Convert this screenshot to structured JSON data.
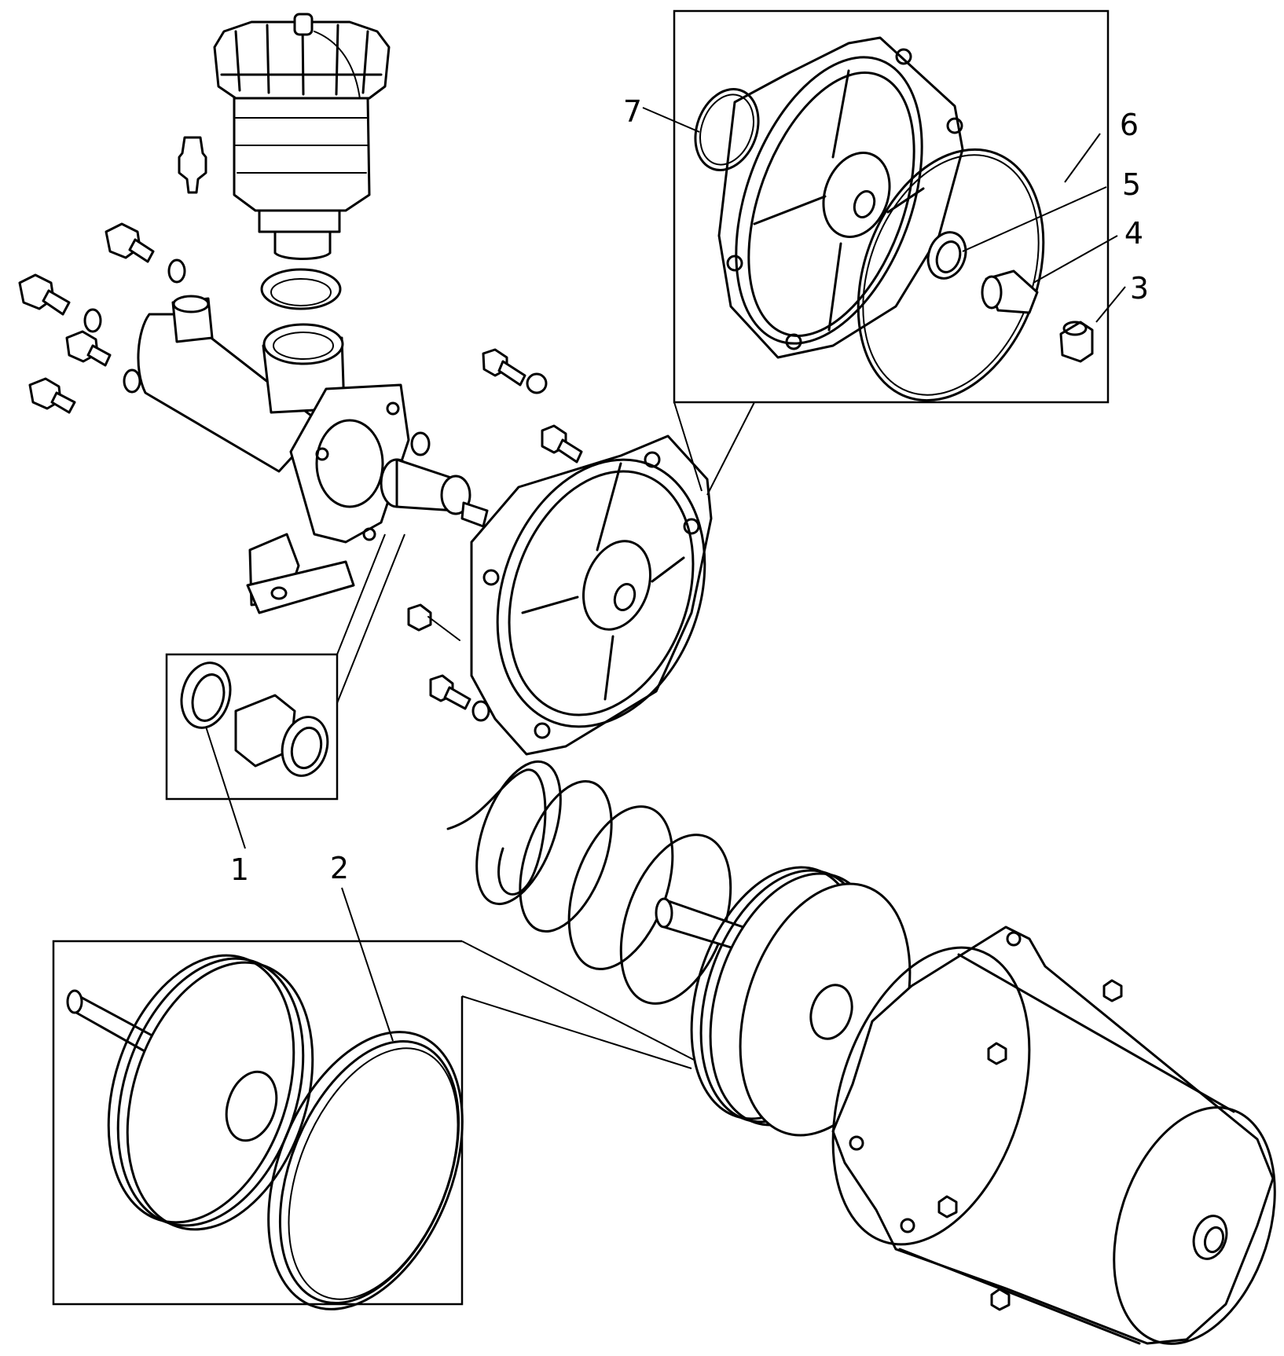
{
  "callouts": [
    "1",
    "2",
    "3",
    "4",
    "5",
    "6",
    "7"
  ],
  "style": {
    "line_color": "#000000",
    "background": "#ffffff"
  }
}
